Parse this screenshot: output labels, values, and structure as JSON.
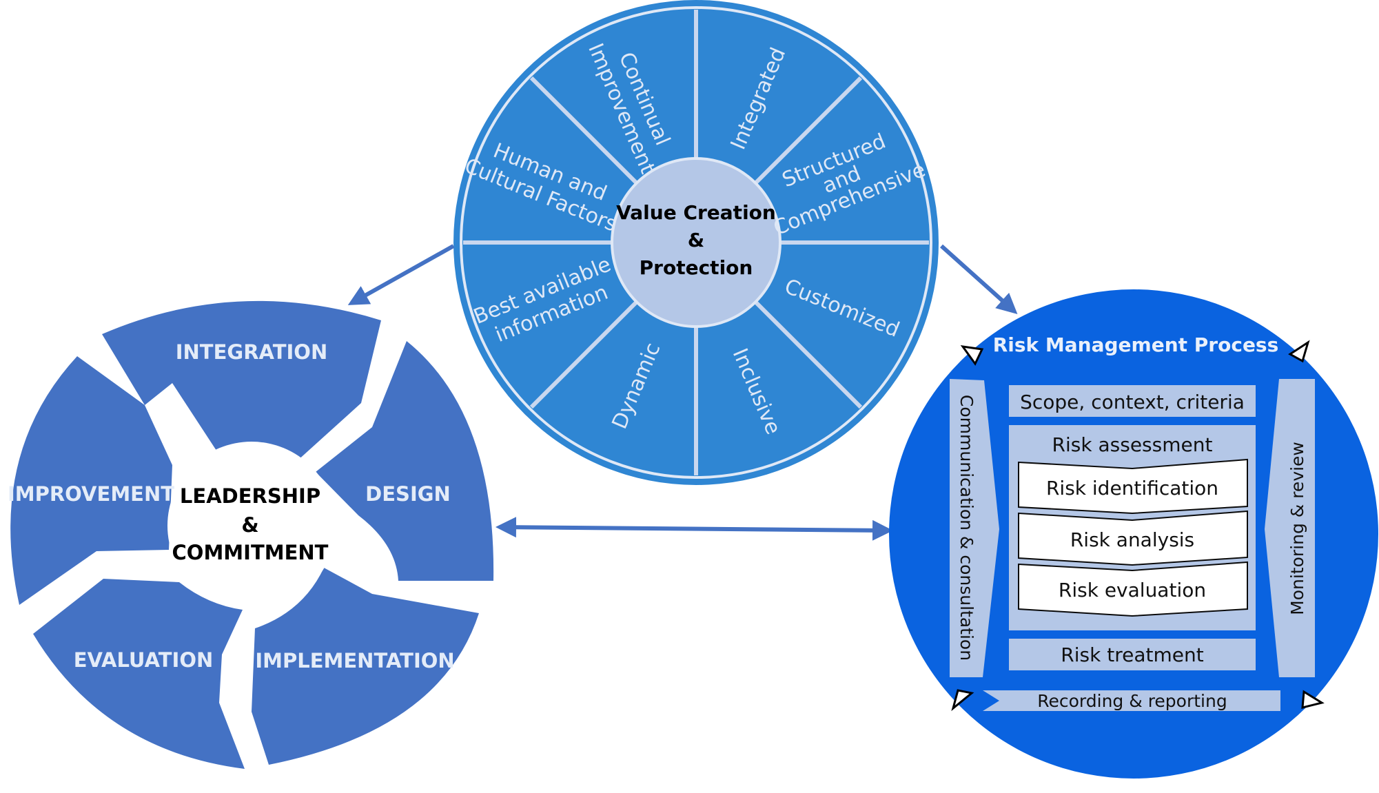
{
  "principles": {
    "center_line1": "Value Creation",
    "center_line2": "&",
    "center_line3": "Protection",
    "integrated": "Integrated",
    "structured_line1": "Structured",
    "structured_line2": "and",
    "structured_line3": "Comprehensive",
    "customized": "Customized",
    "inclusive": "Inclusive",
    "dynamic": "Dynamic",
    "best_line1": "Best available",
    "best_line2": "information",
    "human_line1": "Human and",
    "human_line2": "Cultural Factors",
    "continual_line1": "Continual",
    "continual_line2": "Improvement"
  },
  "framework": {
    "center_line1": "LEADERSHIP",
    "center_line2": "&",
    "center_line3": "COMMITMENT",
    "integration": "INTEGRATION",
    "design": "DESIGN",
    "implementation": "IMPLEMENTATION",
    "evaluation": "EVALUATION",
    "improvement": "IMPROVEMENT"
  },
  "process": {
    "title": "Risk Management Process",
    "scope": "Scope, context, criteria",
    "assessment": "Risk assessment",
    "identification": "Risk identification",
    "analysis": "Risk analysis",
    "evaluation": "Risk evaluation",
    "treatment": "Risk treatment",
    "recording": "Recording & reporting",
    "communication": "Communication & consultation",
    "monitoring": "Monitoring & review"
  },
  "colors": {
    "principles_fill": "#2f86d3",
    "principles_center": "#b4c7e7",
    "framework_fill": "#4472c4",
    "process_circle": "#0a63e0",
    "process_box": "#b4c7e7",
    "connector": "#4472c4"
  }
}
